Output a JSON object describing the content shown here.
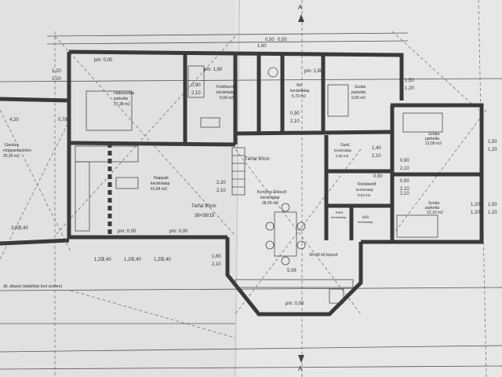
{
  "rooms": [
    {
      "id": "bed1",
      "name": "Hálószoba",
      "floor": "parketta",
      "area": "17,38 m2"
    },
    {
      "id": "bath",
      "name": "Fürdőszoba",
      "floor": "kerámialap",
      "area": "9,90 m2"
    },
    {
      "id": "wc",
      "name": "Wc",
      "floor": "kerámialap",
      "area": "5,70 m2"
    },
    {
      "id": "bed2",
      "name": "Szoba",
      "floor": "parketta",
      "area": "9,90 m2"
    },
    {
      "id": "bed3",
      "name": "Szoba",
      "floor": "parketta",
      "area": "12,09 m2"
    },
    {
      "id": "garage",
      "name": "Garázs",
      "floor": "műgyanta beton",
      "area": "25,30 m2"
    },
    {
      "id": "living",
      "name": "Nappali",
      "floor": "kerámialap",
      "area": "41,84 m2"
    },
    {
      "id": "kitchen",
      "name": "Konyha-Étkező",
      "floor": "kerámialap",
      "area": "38,05 m2"
    },
    {
      "id": "ward",
      "name": "Gard.",
      "floor": "kerámialap",
      "area": "2,05 m2"
    },
    {
      "id": "hall",
      "name": "Közlekedő",
      "floor": "kerámialap",
      "area": "8,53 m2"
    },
    {
      "id": "bed4",
      "name": "Szoba",
      "floor": "parketta",
      "area": "12,10 m2"
    },
    {
      "id": "pantry",
      "name": "Kam.",
      "floor": "kerámialap",
      "area": ""
    },
    {
      "id": "hall2",
      "name": "Előt.",
      "floor": "kerámialap",
      "area": ""
    }
  ],
  "notes": {
    "terrace_top": "Térfal 90cm",
    "terrace_left": "Térfal 90cm",
    "tile_left": "38×38/15",
    "tile_right": "30×30 kő lépcső",
    "pm1": "pm: 0,00",
    "pm2": "pm: 0,00",
    "pm3": "pm: 0,00",
    "pm4": "pm: 1,80",
    "pm5": "pm: 1,80",
    "pm6": "pm: 0,00",
    "caption": "ált. állapot (stabilitási kert szinten)",
    "section": "A"
  },
  "dims": {
    "d1": "0,90",
    "d2": "2,10",
    "d3": "0,90",
    "d4": "2,10",
    "d5": "2,20",
    "d6": "2,10",
    "d7": "1,40",
    "d8": "2,10",
    "d9": "0,90",
    "d10": "2,10",
    "d11": "0,90",
    "d12": "2,10",
    "d13": "1,50",
    "d14": "1,20",
    "d15": "1,50",
    "d16": "1,20",
    "d17": "1,50",
    "d18": "1,20",
    "d19": "4,20",
    "d20": "0,78",
    "d21": "3,00",
    "d22": "2,40",
    "d23": "1,20",
    "d24": "2,40",
    "d25": "1,20",
    "d26": "2,40",
    "d27": "1,20",
    "d28": "2,40",
    "d29": "1,60",
    "d30": "2,10",
    "d31": "5,08",
    "d32": "1,60",
    "d33": "0,50",
    "d34": "0,50",
    "d35": "1,20",
    "d36": "1,20",
    "d37": "2,10",
    "d38": "0,90",
    "d39": "1,20",
    "d40": "1,20"
  }
}
